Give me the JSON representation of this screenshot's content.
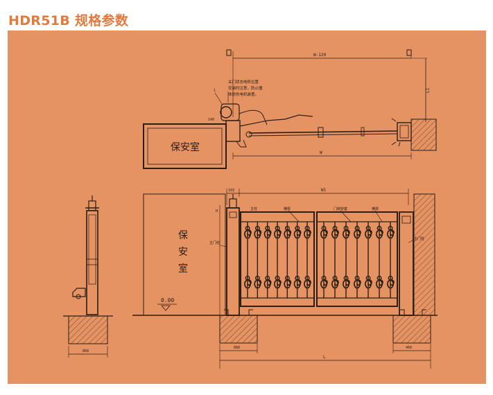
{
  "header": {
    "title": "HDR51B  规格参数"
  },
  "plan": {
    "guard_room": "保安室",
    "dim_w120": "W-120",
    "dim_l1": "L1",
    "dim_w": "W",
    "dim_140": "140",
    "tag_1": "1",
    "note_line1": "关门状态电机位置",
    "note_line2": "安装时注意，防止撞",
    "note_line3": "体损伤电机装置。"
  },
  "elevation": {
    "guard_room": [
      "保",
      "安",
      "室"
    ],
    "level": "0.00",
    "dim_w1": "W1",
    "dim_183": "183",
    "dim_h": "H",
    "dim_868a": "868",
    "dim_868b": "868",
    "dim_l": "L",
    "dim_460": "460",
    "label_main_column": "主柱",
    "label_beam_a": "横梁",
    "label_gate_tube": "门扇管套",
    "label_beam_b": "横梁",
    "label_door_column": "主门柱",
    "label_door_column_right": "主门柱"
  }
}
